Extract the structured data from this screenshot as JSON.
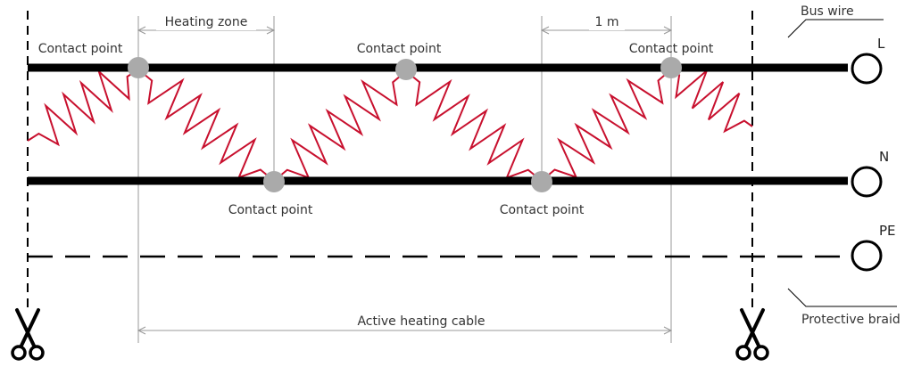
{
  "colors": {
    "bus_wire": "#000000",
    "heating_element": "#c8102e",
    "contact_point": "#aaaaaa",
    "dimension_line": "#999999",
    "label_text": "#333333"
  },
  "labels": {
    "heating_zone": "Heating zone",
    "one_meter": "1 m",
    "contact_point": "Contact point",
    "active_heating_cable": "Active heating cable",
    "bus_wire": "Bus wire",
    "protective_braid": "Protective braid"
  },
  "terminals": {
    "L": "L",
    "N": "N",
    "PE": "PE"
  },
  "icons": {
    "cut_marker": "scissors-icon"
  }
}
